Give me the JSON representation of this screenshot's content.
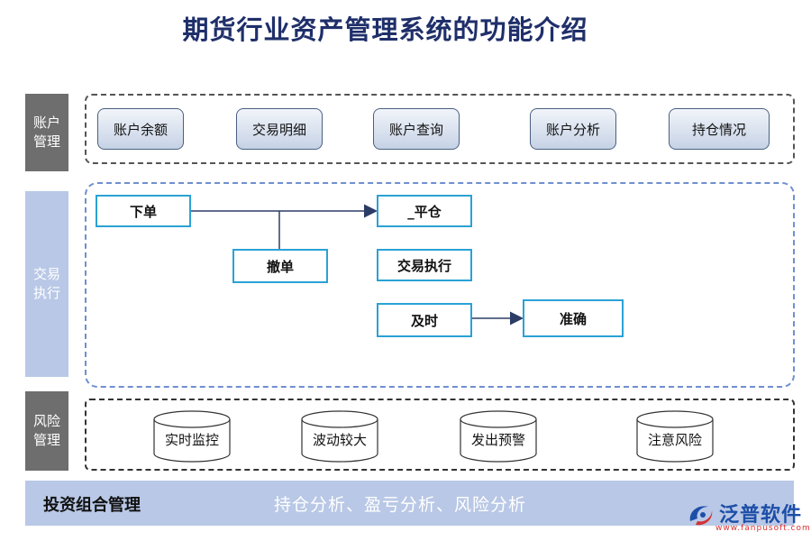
{
  "title": "期货行业资产管理系统的功能介绍",
  "sections": {
    "account": {
      "label_line1": "账户",
      "label_line2": "管理",
      "items": [
        "账户余额",
        "交易明细",
        "账户查询",
        "账户分析",
        "持仓情况"
      ]
    },
    "trade": {
      "label_line1": "交易",
      "label_line2": "执行",
      "boxes": {
        "order": "下单",
        "close": "_平仓",
        "cancel": "撤单",
        "execute": "交易执行",
        "timely": "及时",
        "accurate": "准确"
      }
    },
    "risk": {
      "label_line1": "风险",
      "label_line2": "管理",
      "items": [
        "实时监控",
        "波动较大",
        "发出预警",
        "注意风险"
      ]
    }
  },
  "portfolio": {
    "title": "投资组合管理",
    "items": "持仓分析、盈亏分析、风险分析"
  },
  "logo": {
    "name": "泛普软件",
    "url": "www.fanpusoft.com"
  },
  "colors": {
    "title": "#1f2f6a",
    "grey_label": "#6e6e6e",
    "blue_label": "#b9c8e6",
    "box_border": "#2aa2d6",
    "trade_frame": "#6f8fcf",
    "arrow": "#2b3d66",
    "logo_blue": "#1d4fa8",
    "logo_red": "#d33333"
  }
}
